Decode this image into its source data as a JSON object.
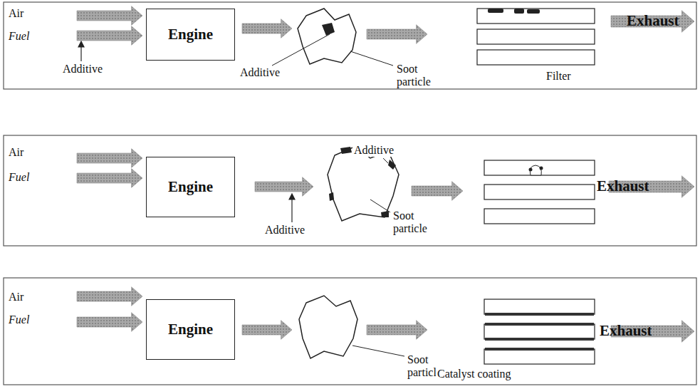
{
  "diagram": {
    "nodes": [
      {
        "text": [
          "Engine"
        ]
      },
      {
        "text": [
          "Engine"
        ]
      },
      {
        "text": [
          "Engine"
        ]
      }
    ],
    "labels": [
      "Air",
      "Fuel",
      "Additive",
      "Additive",
      "Soot particle",
      "Filter",
      "Exhaust",
      "Air",
      "Fuel",
      "Additive",
      "Additive",
      "Soot particle",
      "Exhaust",
      "Air",
      "Fuel",
      "Soot particle",
      "Catalyst coating",
      "Exhaust"
    ]
  }
}
